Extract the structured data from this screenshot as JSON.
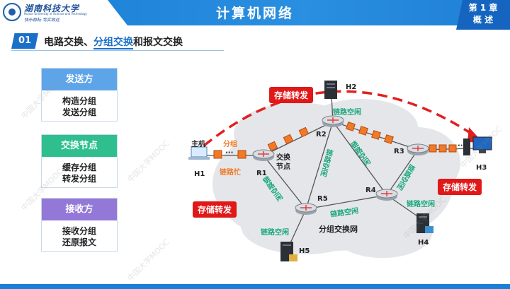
{
  "header": {
    "university": "湖南科技大学",
    "university_en": "Hunan University of Science and Technology",
    "motto": "快乐耕耘  笃实致远",
    "title": "计算机网络",
    "chapter": "第 1 章",
    "chapter_sub": "概 述"
  },
  "section": {
    "number": "01",
    "title_pre": "电路交换、",
    "title_highlight": "分组交换",
    "title_post": "和报文交换"
  },
  "boxes": [
    {
      "head": "发送方",
      "line1": "构造分组",
      "line2": "发送分组",
      "color": "#5ea4e8"
    },
    {
      "head": "交换节点",
      "line1": "缓存分组",
      "line2": "转发分组",
      "color": "#2fbf8f"
    },
    {
      "head": "接收方",
      "line1": "接收分组",
      "line2": "还原报文",
      "color": "#9378d8"
    }
  ],
  "diagram": {
    "host_label": "主机",
    "packet_label": "分组",
    "ellipsis": "···",
    "link_busy": "链路忙",
    "link_idle": "链路空闲",
    "switch_node": "交换\n节点",
    "switch_node_l1": "交换",
    "switch_node_l2": "节点",
    "network_label": "分组交换网",
    "store_forward": "存储转发",
    "nodes": {
      "r1": "R1",
      "r2": "R2",
      "r3": "R3",
      "r4": "R4",
      "r5": "R5"
    },
    "hosts": {
      "h1": "H1",
      "h2": "H2",
      "h3": "H3",
      "h4": "H4",
      "h5": "H5"
    }
  },
  "watermark": "中国大学MOOC",
  "colors": {
    "header_blue": "#1a7fd6",
    "link_green": "#1aa87a",
    "packet_orange": "#f07a28",
    "alert_red": "#e01818"
  }
}
